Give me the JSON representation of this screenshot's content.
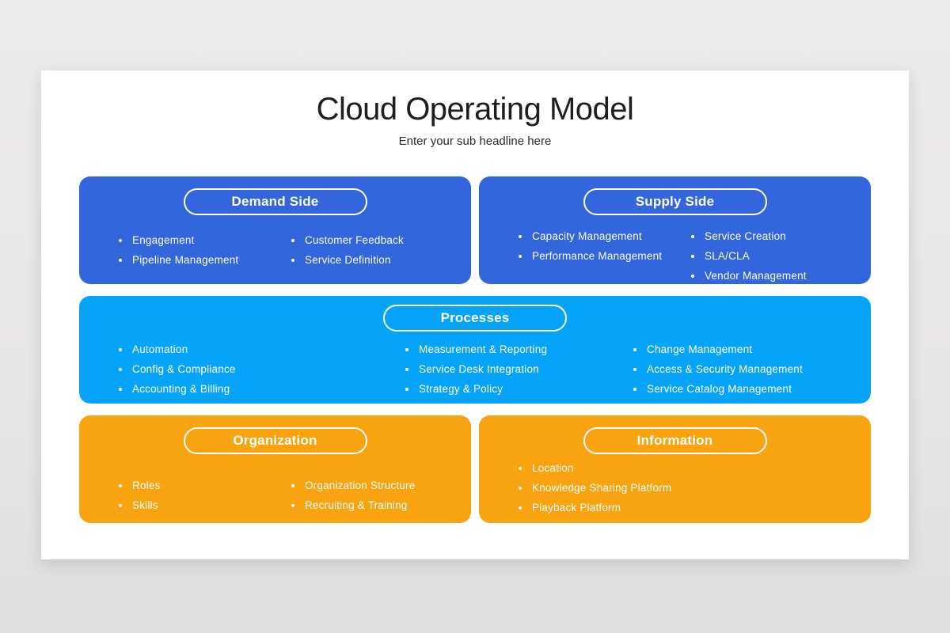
{
  "header": {
    "title": "Cloud Operating Model",
    "subtitle": "Enter your sub headline here"
  },
  "colors": {
    "royal_blue": "#3365DC",
    "azure": "#06A4F8",
    "orange": "#F8A30F",
    "card_bg": "#FFFFFF",
    "page_bg": "#E8E7E7",
    "text_dark": "#1E1E1E",
    "text_light": "#FFFFFF"
  },
  "sections": [
    {
      "id": "demand-side",
      "label": "Demand Side",
      "color": "royal_blue",
      "columns": [
        [
          "Engagement",
          "Pipeline Management"
        ],
        [
          "Customer Feedback",
          "Service Definition"
        ]
      ]
    },
    {
      "id": "supply-side",
      "label": "Supply Side",
      "color": "royal_blue",
      "columns": [
        [
          "Capacity Management",
          "Performance Management"
        ],
        [
          "Service Creation",
          "SLA/CLA",
          "Vendor Management"
        ]
      ]
    },
    {
      "id": "processes",
      "label": "Processes",
      "color": "azure",
      "columns": [
        [
          "Automation",
          "Config & Compliance",
          "Accounting & Billing"
        ],
        [
          "Measurement & Reporting",
          "Service Desk Integration",
          "Strategy & Policy"
        ],
        [
          "Change Management",
          "Access & Security Management",
          "Service Catalog Management"
        ]
      ]
    },
    {
      "id": "organization",
      "label": "Organization",
      "color": "orange",
      "columns": [
        [
          "Roles",
          "Skills"
        ],
        [
          "Organization Structure",
          "Recruiting & Training"
        ]
      ]
    },
    {
      "id": "information",
      "label": "Information",
      "color": "orange",
      "columns": [
        [
          "Location",
          "Knowledge Sharing Platform",
          "Playback Platform"
        ]
      ]
    }
  ]
}
